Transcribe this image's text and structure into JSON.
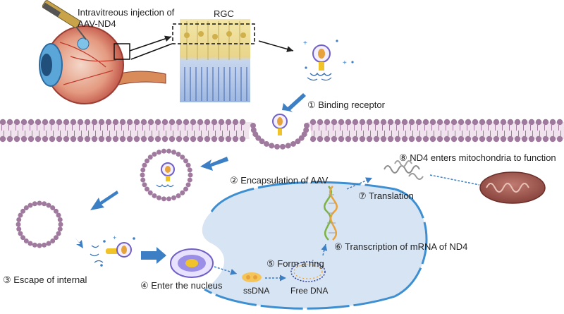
{
  "labels": {
    "injection_line1": "Intravitreous injection of",
    "injection_line2": "AAV-ND4",
    "rgc": "RGC",
    "step1": "① Binding receptor",
    "step2": "② Encapsulation of AAV",
    "step3": "③ Escape of internal",
    "step4": "④ Enter the nucleus",
    "step5": "⑤ Form a ring",
    "step6": "⑥ Transcription of mRNA of ND4",
    "step7": "⑦ Translation",
    "step8": "⑧ ND4  enters mitochondria to function",
    "ssdna": "ssDNA",
    "free_dna": "Free DNA"
  },
  "colors": {
    "membrane": "#a07a9e",
    "nucleus": "#d7e4f3",
    "nucleus_edge": "#3d8fd1",
    "arrow": "#3c7fc4",
    "virus_capsid": "#6f5fc6",
    "mitochondrion": "#9c5a54"
  }
}
